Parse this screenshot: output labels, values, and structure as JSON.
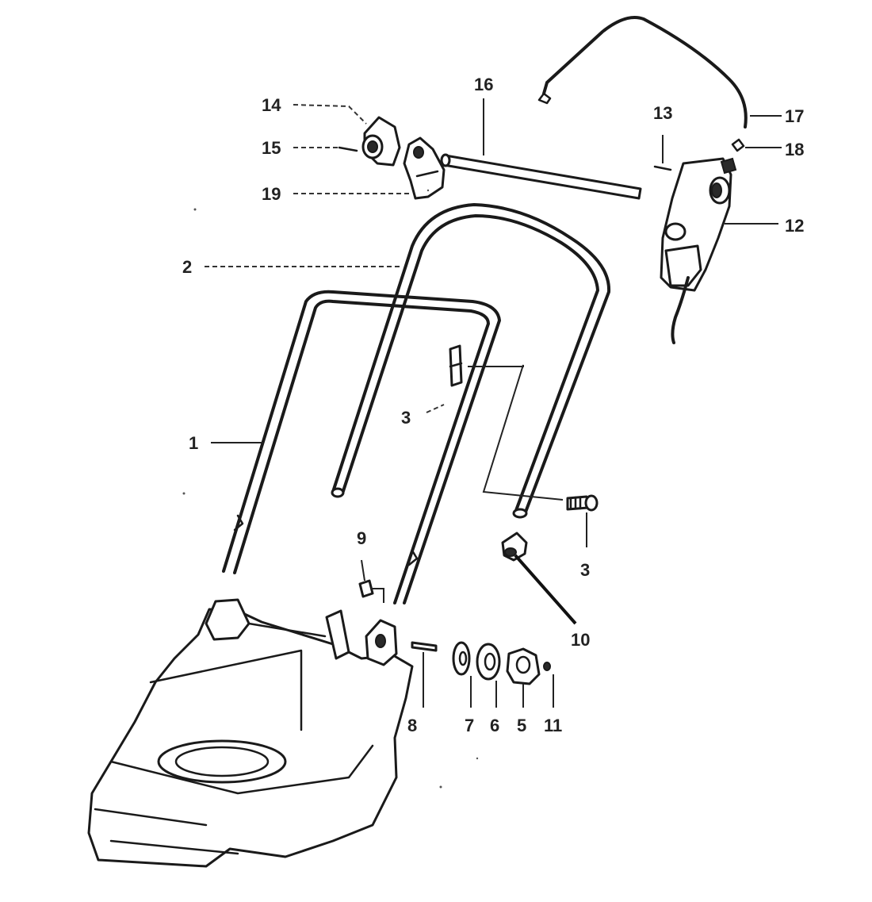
{
  "callouts": [
    {
      "id": "1",
      "label": "1"
    },
    {
      "id": "2",
      "label": "2"
    },
    {
      "id": "3a",
      "label": "3"
    },
    {
      "id": "3b",
      "label": "3"
    },
    {
      "id": "5",
      "label": "5"
    },
    {
      "id": "6",
      "label": "6"
    },
    {
      "id": "7",
      "label": "7"
    },
    {
      "id": "8",
      "label": "8"
    },
    {
      "id": "9",
      "label": "9"
    },
    {
      "id": "10",
      "label": "10"
    },
    {
      "id": "11",
      "label": "11"
    },
    {
      "id": "12",
      "label": "12"
    },
    {
      "id": "13",
      "label": "13"
    },
    {
      "id": "14",
      "label": "14"
    },
    {
      "id": "15",
      "label": "15"
    },
    {
      "id": "16",
      "label": "16"
    },
    {
      "id": "17",
      "label": "17"
    },
    {
      "id": "18",
      "label": "18"
    },
    {
      "id": "19",
      "label": "19"
    }
  ]
}
